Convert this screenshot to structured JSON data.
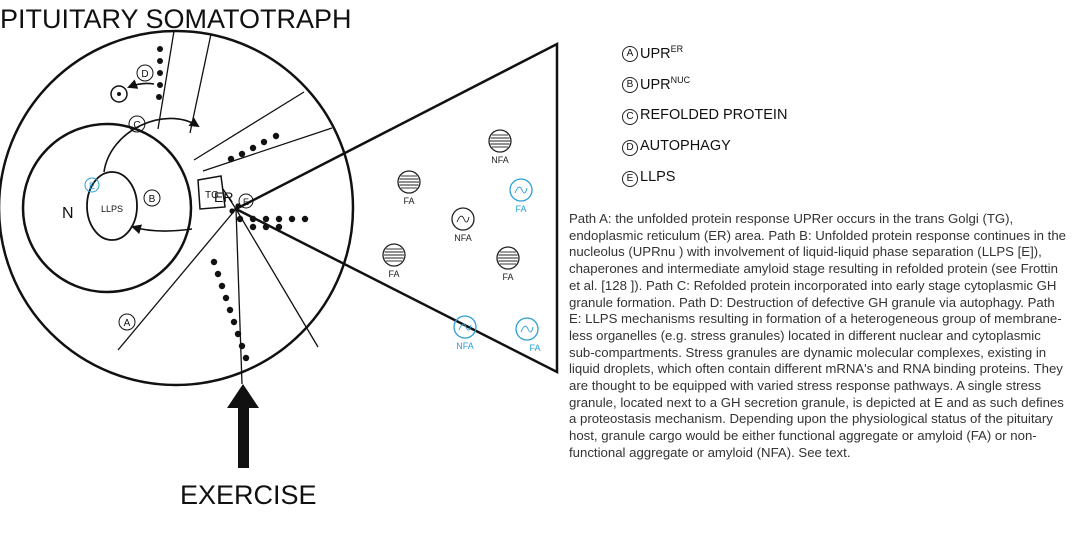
{
  "title": "PITUITARY SOMATOTRAPH",
  "exercise_label": "EXERCISE",
  "labels": {
    "N": "N",
    "LLPS": "LLPS",
    "TG": "TG",
    "ER": "ER",
    "A": "A",
    "B": "B",
    "C": "C",
    "D": "D",
    "E": "E"
  },
  "granules": [
    {
      "label": "FA",
      "kind": "fa",
      "color": "#222222"
    },
    {
      "label": "NFA",
      "kind": "fa",
      "color": "#222222"
    },
    {
      "label": "FA",
      "kind": "blue",
      "color": "#2a9fd6"
    },
    {
      "label": "NFA",
      "kind": "nfa",
      "color": "#222222"
    },
    {
      "label": "FA",
      "kind": "fa",
      "color": "#222222"
    },
    {
      "label": "FA",
      "kind": "fa",
      "color": "#222222"
    },
    {
      "label": "NFA",
      "kind": "blue",
      "color": "#2a9fd6"
    },
    {
      "label": "FA",
      "kind": "blue",
      "color": "#2a9fd6"
    }
  ],
  "legend": [
    {
      "letter": "A",
      "text": "UPR",
      "sup": "ER"
    },
    {
      "letter": "B",
      "text": "UPR",
      "sup": "NUC"
    },
    {
      "letter": "C",
      "text": "REFOLDED PROTEIN",
      "sup": ""
    },
    {
      "letter": "D",
      "text": "AUTOPHAGY",
      "sup": ""
    },
    {
      "letter": "E",
      "text": "LLPS",
      "sup": ""
    }
  ],
  "caption": "Path A: the unfolded protein response UPRer  occurs in the trans Golgi (TG), endoplasmic reticulum (ER) area. Path B: Unfolded protein response continues in the nucleolus (UPRnu ) with involvement of liquid-liquid phase separation (LLPS [E]), chaperones and intermediate amyloid stage resulting in refolded protein (see Frottin et al. [128 ]). Path C: Refolded protein incorporated into early stage cytoplasmic GH granule formation. Path D: Destruction of defective GH granule via autophagy. Path E: LLPS mechanisms resulting in formation of a heterogeneous group of membrane-less organelles (e.g. stress granules) located in different nuclear and cytoplasmic sub-compartments. Stress granules are dynamic molecular complexes, existing in liquid droplets, which often contain different mRNA's and RNA binding proteins. They are thought to be equipped with varied stress response pathways.  A single stress granule, located next to a GH secretion granule, is depicted at E and as such defines a proteostasis mechanism. Depending upon the physiological status of the pituitary host, granule cargo would be either functional aggregate or amyloid (FA) or non-functional aggregate or amyloid (NFA). See text.",
  "colors": {
    "ink": "#111111",
    "accent": "#2a9fd6",
    "caption": "#333333"
  }
}
